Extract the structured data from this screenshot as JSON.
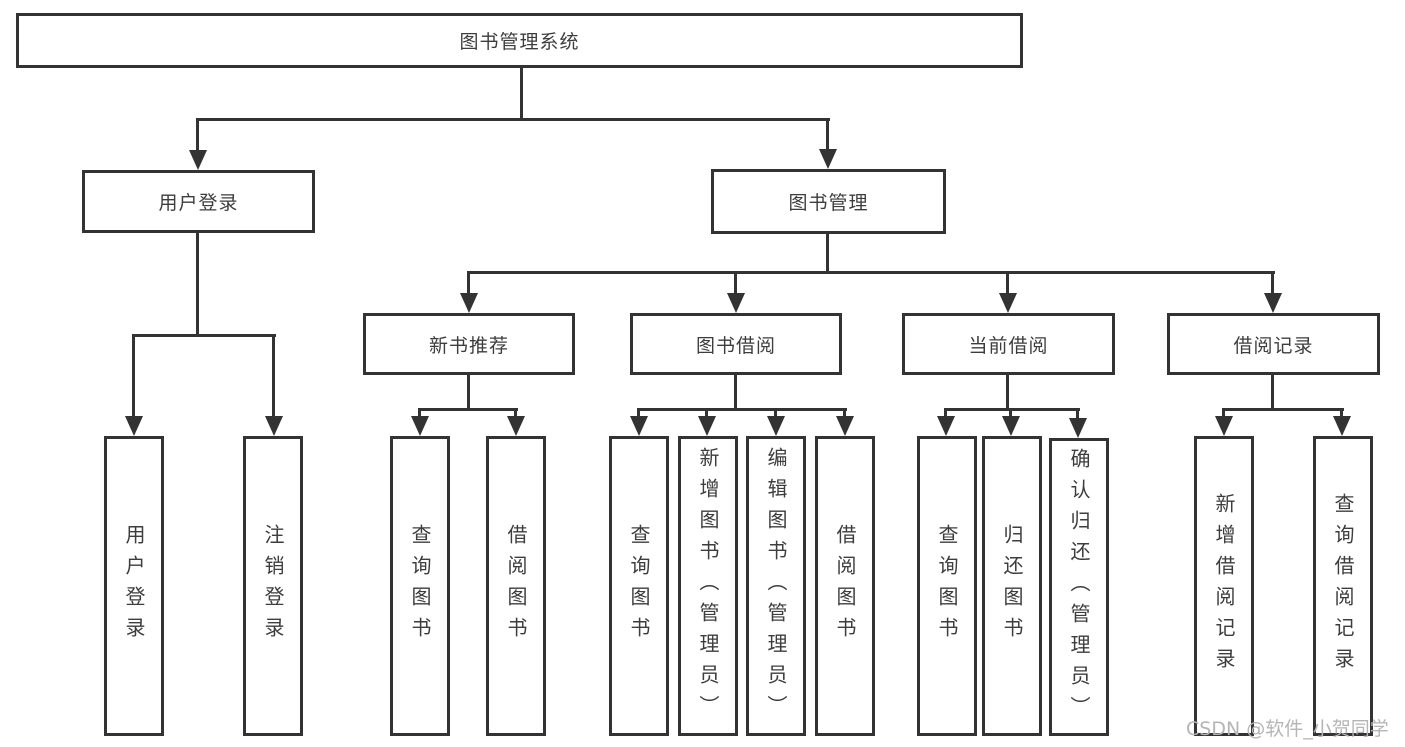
{
  "diagram": {
    "root": "图书管理系统",
    "level1": [
      "用户登录",
      "图书管理"
    ],
    "level2": [
      "新书推荐",
      "图书借阅",
      "当前借阅",
      "借阅记录"
    ],
    "leaves": [
      "用户登录",
      "注销登录",
      "查询图书",
      "借阅图书",
      "查询图书",
      "新增图书（管理员）",
      "编辑图书（管理员）",
      "借阅图书",
      "查询图书",
      "归还图书",
      "确认归还（管理员）",
      "新增借阅记录",
      "查询借阅记录"
    ],
    "watermark": "CSDN @软件_小贺同学",
    "colors": {
      "line": "#333333",
      "text": "#3d3d3d",
      "watermark": "#b5b5b5",
      "background": "#ffffff"
    }
  }
}
